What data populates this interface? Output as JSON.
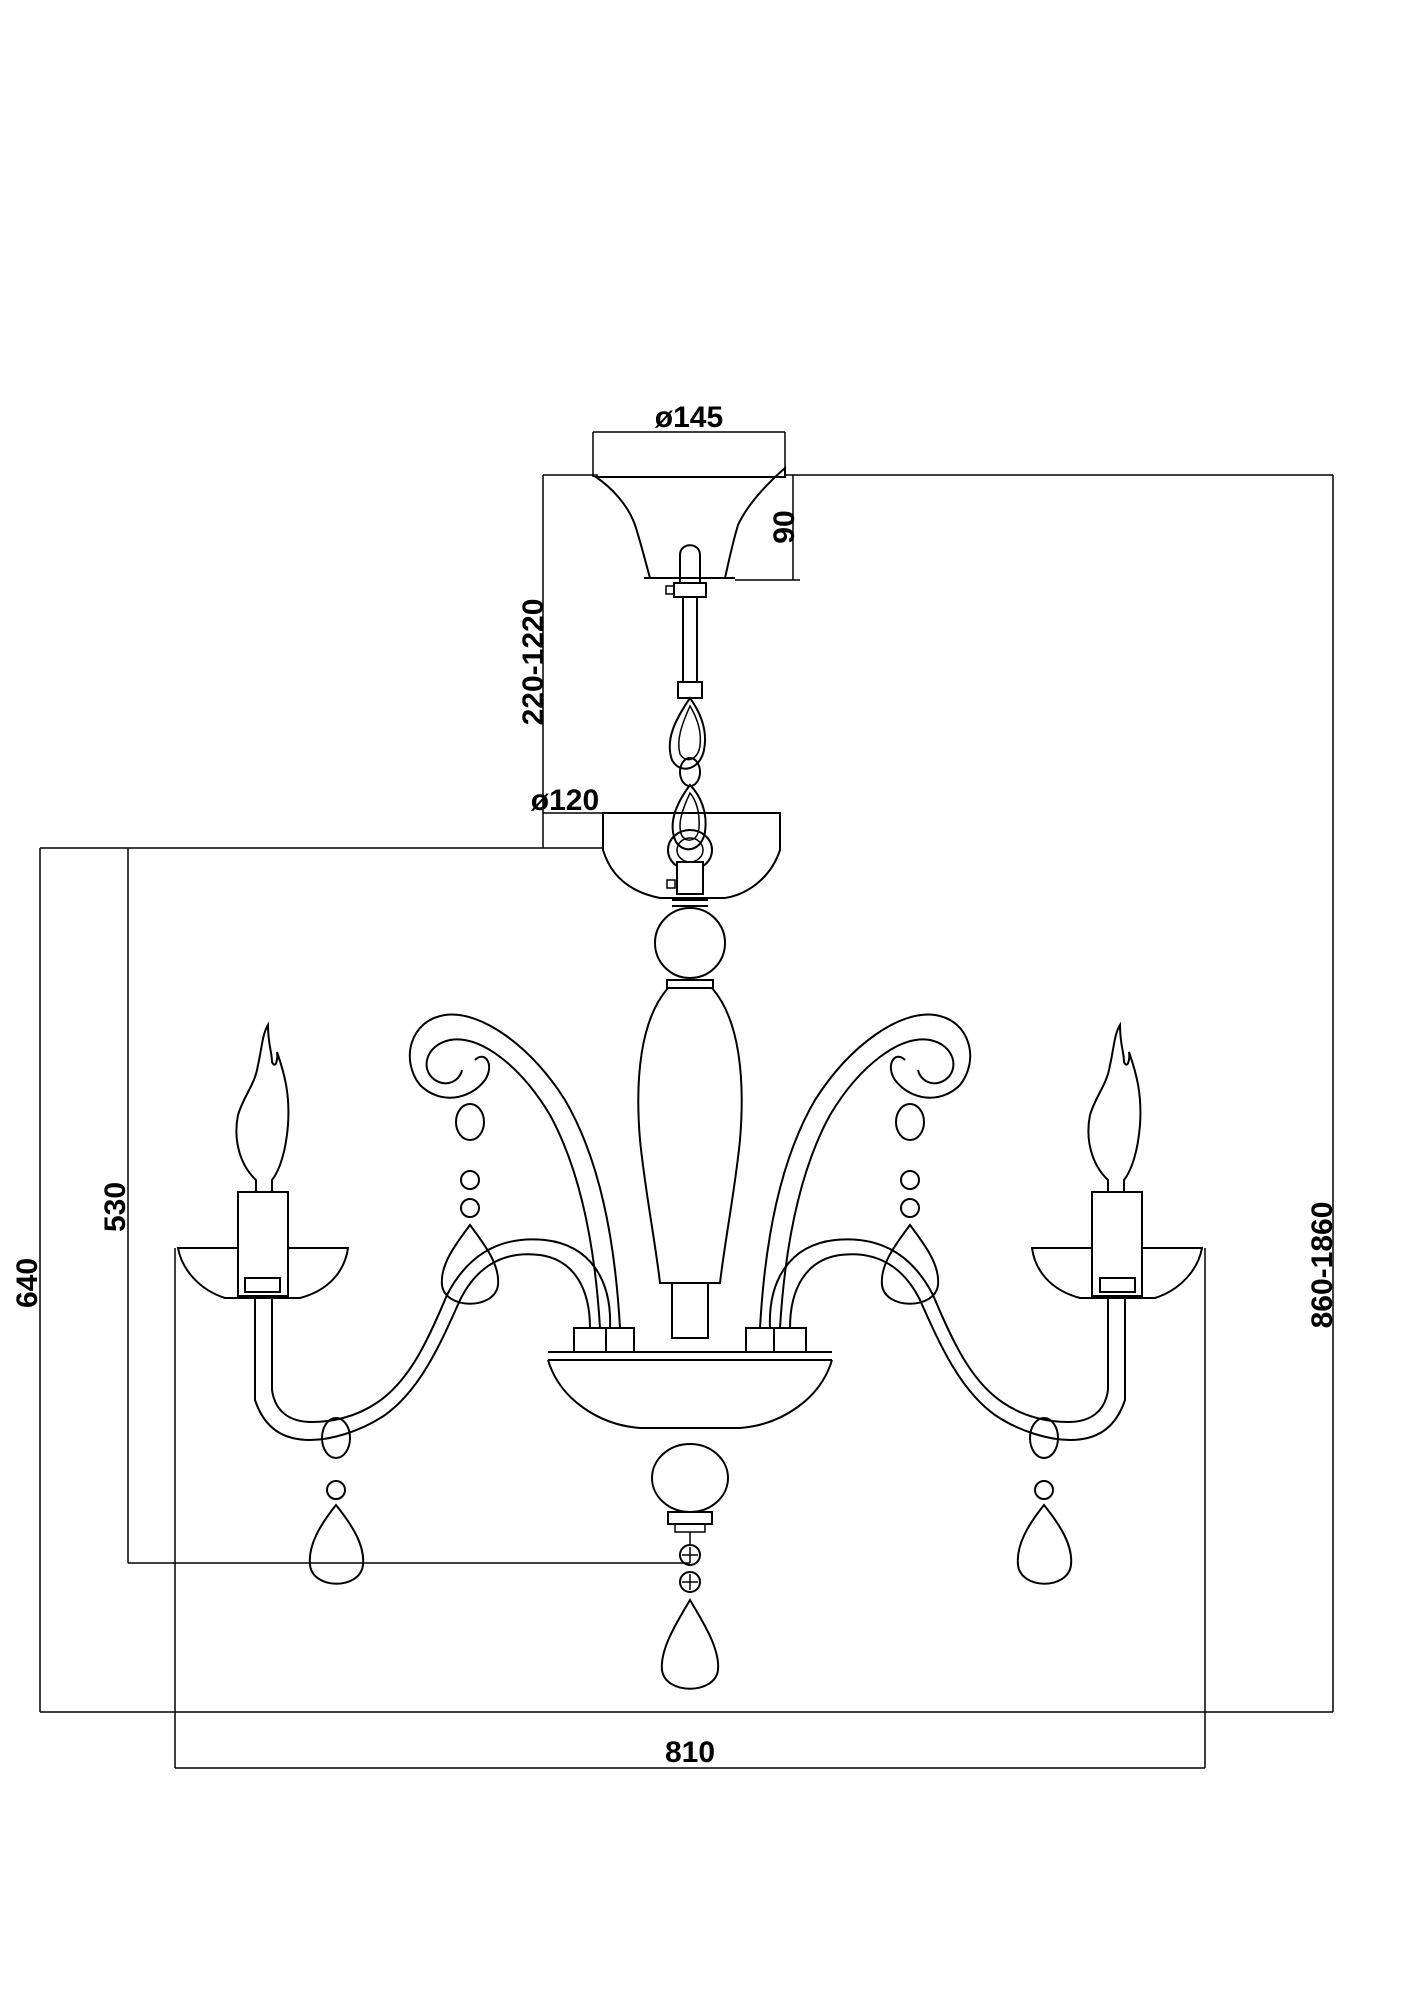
{
  "drawing": {
    "dimensions": {
      "canopy_diameter": "ø145",
      "canopy_height": "90",
      "chain_length": "220-1220",
      "cup_diameter": "ø120",
      "total_height": "860-1860",
      "body_height": "640",
      "arm_height": "530",
      "width": "810"
    }
  }
}
